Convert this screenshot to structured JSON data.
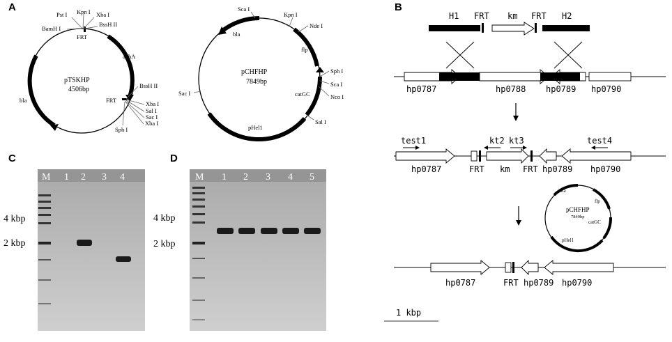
{
  "panels": {
    "a": "A",
    "b": "B",
    "c": "C",
    "d": "D"
  },
  "plasmid1": {
    "name": "pTSKHP",
    "size": "4506bp",
    "sites_top": [
      "Pst I",
      "Kpn I",
      "Xba I",
      "BamH I",
      "BssH II"
    ],
    "sites_right": [
      "BssH II",
      "Xba I",
      "Sal I",
      "Sac I",
      "Xba I",
      "Sph I"
    ],
    "features": {
      "frt_top": "FRT",
      "frt_right": "FRT",
      "apha": "aphA",
      "bla": "bla"
    }
  },
  "plasmid2": {
    "name": "pCHFHP",
    "size": "7849bp",
    "sites": {
      "sca_top": "Sca I",
      "kpn": "Kpn I",
      "nde": "Nde I",
      "sph": "Sph I",
      "sca_right": "Sca I",
      "nco": "Nco I",
      "sal": "Sal I",
      "sac": "Sac I"
    },
    "features": {
      "bla": "bla",
      "flp": "flp",
      "catgc": "catGC",
      "phel1": "pHel1"
    }
  },
  "construct": {
    "h1": "H1",
    "frt1": "FRT",
    "km": "km",
    "frt2": "FRT",
    "h2": "H2"
  },
  "row1": {
    "genes": [
      "hp0787",
      "hp0788",
      "hp0789",
      "hp0790"
    ]
  },
  "row2": {
    "primers": {
      "test1": "test1",
      "kt2": "kt2",
      "kt3": "kt3",
      "test4": "test4"
    },
    "genes": {
      "hp0787": "hp0787",
      "frt1": "FRT",
      "km": "km",
      "frt2": "FRT",
      "hp0789": "hp0789",
      "hp0790": "hp0790"
    }
  },
  "small_plasmid": {
    "name": "pCHFHP",
    "size": "7849bp",
    "bla": "bla",
    "flp": "flp",
    "catgc": "catGC",
    "phel1": "pHel1"
  },
  "row3": {
    "genes": {
      "hp0787": "hp0787",
      "frt": "FRT",
      "hp0789": "hp0789",
      "hp0790": "hp0790"
    }
  },
  "scale": {
    "label": "1 kbp",
    "kbp": 1
  },
  "gel_c": {
    "lanes": [
      "M",
      "1",
      "2",
      "3",
      "4"
    ],
    "markers": [
      "4 kbp",
      "2 kbp"
    ]
  },
  "gel_d": {
    "lanes": [
      "M",
      "1",
      "2",
      "3",
      "4",
      "5"
    ],
    "markers": [
      "4 kbp",
      "2 kbp"
    ]
  }
}
